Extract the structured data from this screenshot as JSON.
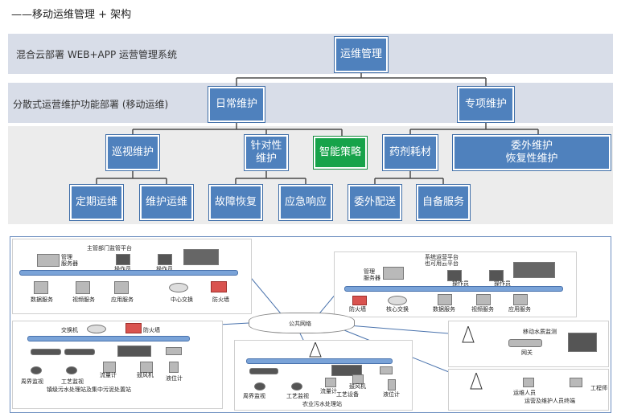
{
  "title": "——移动运维管理 + 架构",
  "bands": {
    "band1_label": "混合云部署 WEB+APP 运营管理系统",
    "band2_label": "分散式运营维护功能部署 (移动运维)"
  },
  "nodes": {
    "root": "运维管理",
    "daily": "日常维护",
    "special": "专项维护",
    "patrol": "巡视维护",
    "targeted": "针对性\n维护",
    "smart": "智能策略",
    "chem": "药剂耗材",
    "outsource_restore": "委外维护\n恢复性维护",
    "periodic": "定期运维",
    "maintain_ops": "维护运维",
    "fault": "故障恢复",
    "emergency": "应急响应",
    "outsource_delivery": "委外配送",
    "self_service": "自备服务"
  },
  "network": {
    "top_left": {
      "title": "主管部门监管平台",
      "mgmt_server": "管理\n服务器",
      "op_terminal1": "操作员",
      "op_terminal2": "操作员",
      "data_service": "数据服务",
      "video_service": "视频服务",
      "app_service": "应用服务",
      "core_switch": "中心交换",
      "firewall": "防火墙"
    },
    "top_right": {
      "title": "系统运营平台\n也可用云平台",
      "mgmt_server": "管理\n服务器",
      "op_terminal1": "操作员",
      "op_terminal2": "操作员",
      "firewall": "防火墙",
      "core_switch": "核心交换",
      "data_service": "数据服务",
      "video_service": "视频服务",
      "app_service": "应用服务"
    },
    "public_net": "公共网络",
    "left_bottom": {
      "switch": "交换机",
      "firewall": "防火墙",
      "camera": "周界监视",
      "process_cam": "工艺监视",
      "flowmeter": "流量计",
      "blower": "鼓风机",
      "level_meter": "液位计",
      "caption": "镇级污水处理站及集中污泥处置站"
    },
    "mid_bottom": {
      "camera": "周界监视",
      "process_cam": "工艺监视",
      "flowmeter": "流量计",
      "blower": "鼓风机",
      "process_device": "工艺设备",
      "level_meter": "液位计",
      "caption": "农业污水处理站"
    },
    "right_top": {
      "title": "移动水质监测",
      "gateway": "网关"
    },
    "right_bottom": {
      "ops_staff": "运维人员",
      "engineer": "工程师",
      "caption": "运营及维护人员终端"
    }
  }
}
